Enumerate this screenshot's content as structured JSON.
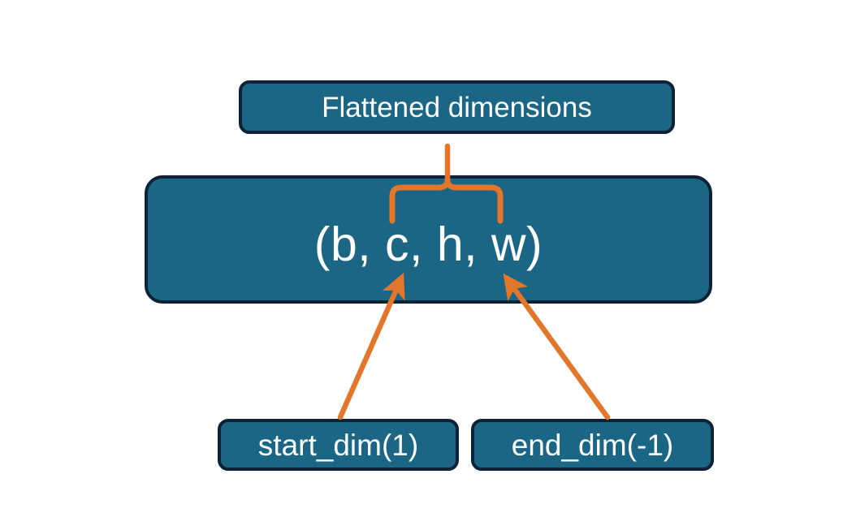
{
  "diagram": {
    "title": "Flatten operation dimension diagram",
    "background_color": "#ffffff",
    "node_fill_color": "#1b6585",
    "node_border_color": "#0d2236",
    "node_text_color": "#ffffff",
    "connector_color": "#e2762a",
    "nodes": {
      "flattened": {
        "label": "Flattened dimensions",
        "role": "caption-box-top"
      },
      "tuple": {
        "label": "(b, c, h, w)",
        "role": "tensor-shape-box",
        "dims": [
          "b",
          "c",
          "h",
          "w"
        ]
      },
      "start_dim": {
        "label": "start_dim(1)",
        "role": "parameter-box-left"
      },
      "end_dim": {
        "label": "end_dim(-1)",
        "role": "parameter-box-right"
      }
    },
    "connectors": [
      {
        "name": "brace-over-chw",
        "type": "curly-brace-up",
        "from": "tuple",
        "to": "flattened",
        "spans_dims": [
          "c",
          "h",
          "w"
        ]
      },
      {
        "name": "arrow-start-dim-to-c",
        "type": "arrow",
        "from": "start_dim",
        "to": "tuple",
        "points_at_dim": "c"
      },
      {
        "name": "arrow-end-dim-to-w",
        "type": "arrow",
        "from": "end_dim",
        "to": "tuple",
        "points_at_dim": "w"
      }
    ]
  }
}
